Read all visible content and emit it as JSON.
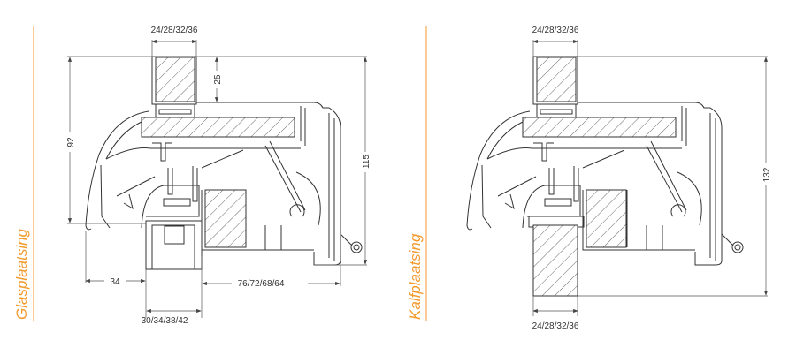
{
  "colors": {
    "accent": "#f39a2b",
    "line": "#333333"
  },
  "left": {
    "label": "Glasplaatsing",
    "dim_top": "24/28/32/36",
    "dim_height_total": "92",
    "dim_top_glass": "25",
    "dim_right": "115",
    "dim_left_bottom": "34",
    "dim_right_bottom": "76/72/68/64",
    "dim_bottom": "30/34/38/42"
  },
  "right": {
    "label": "Kalfplaatsing",
    "dim_top": "24/28/32/36",
    "dim_right": "132",
    "dim_bottom": "24/28/32/36"
  }
}
